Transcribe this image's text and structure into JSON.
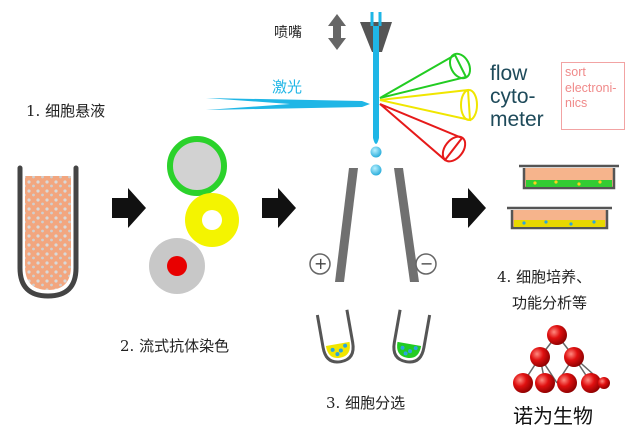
{
  "steps": {
    "s1": "1. 细胞悬液",
    "s2": "2. 流式抗体染色",
    "s3": "3. 细胞分选",
    "s4_line1": "4. 细胞培养、",
    "s4_line2": "功能分析等"
  },
  "labels": {
    "nozzle": "喷嘴",
    "laser": "激光",
    "plus": "+",
    "minus": "−",
    "flow_lines": [
      "flow",
      "cyto-",
      "meter"
    ],
    "sort_lines": [
      "sort",
      "electroni-",
      "nics"
    ]
  },
  "brand": "诺为生物",
  "colors": {
    "tube_fill": "#f2a67f",
    "laser": "#1fb6e6",
    "arrow": "#111111",
    "ring_green": "#2bd22b",
    "ring_yellow": "#f4f400",
    "dot_red": "#e80000",
    "cone_green": "#22cc22",
    "cone_yellow": "#f0e600",
    "cone_red": "#e61a1a",
    "plate_green_cells": "#33cc33",
    "plate_yellow_cells": "#e8d800",
    "plate_orange_fill": "#f6b48c",
    "logo_red": "#cc1010",
    "plate_wall": "#555555"
  }
}
